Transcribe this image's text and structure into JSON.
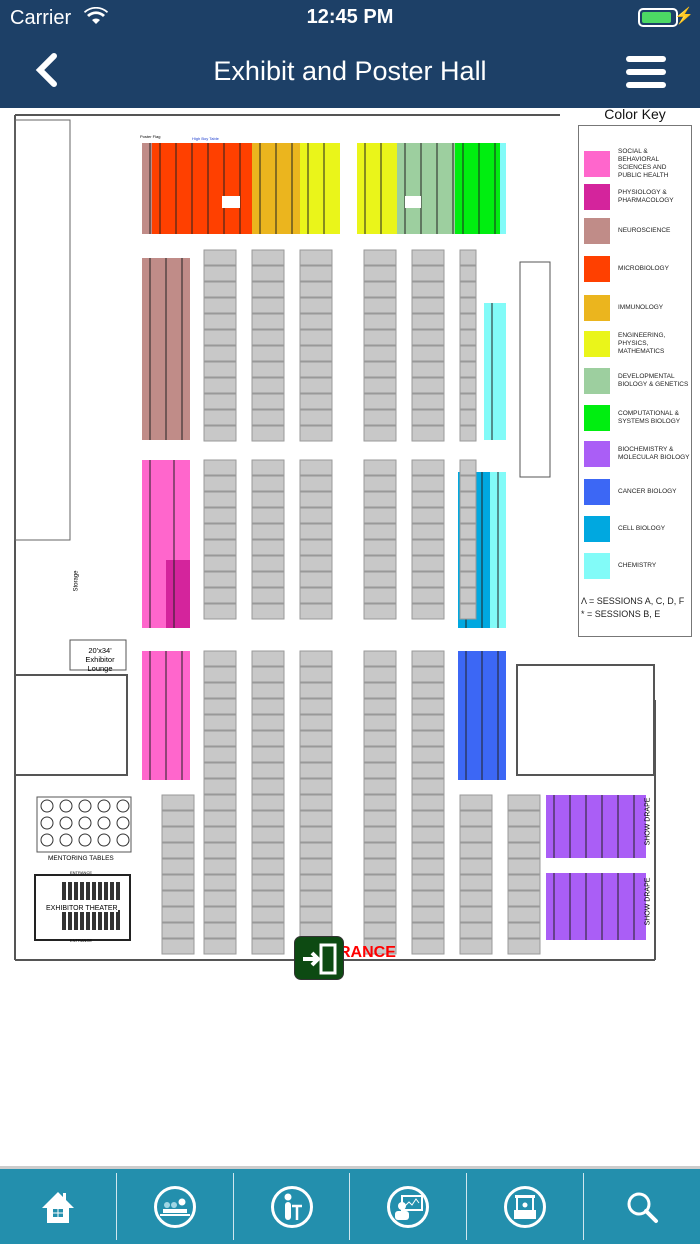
{
  "status_bar": {
    "carrier": "Carrier",
    "time": "12:45 PM",
    "battery_level": 0.9
  },
  "header": {
    "title": "Exhibit and Poster Hall",
    "back_icon": "chevron-left-icon",
    "menu_icon": "hamburger-icon"
  },
  "map": {
    "color_key_title": "Color Key",
    "color_key": [
      {
        "label": "SOCIAL & BEHAVIORAL SCIENCES AND PUBLIC HEALTH",
        "color": "#ff66cc"
      },
      {
        "label": "PHYSIOLOGY & PHARMACOLOGY",
        "color": "#d4249c"
      },
      {
        "label": "NEUROSCIENCE",
        "color": "#c08c88"
      },
      {
        "label": "MICROBIOLOGY",
        "color": "#ff4000"
      },
      {
        "label": "IMMUNOLOGY",
        "color": "#ebb51e"
      },
      {
        "label": "ENGINEERING, PHYSICS, MATHEMATICS",
        "color": "#eaf51a"
      },
      {
        "label": "DEVELOPMENTAL BIOLOGY & GENETICS",
        "color": "#9dcf9f"
      },
      {
        "label": "COMPUTATIONAL & SYSTEMS BIOLOGY",
        "color": "#00ee10"
      },
      {
        "label": "BIOCHEMISTRY & MOLECULAR BIOLOGY",
        "color": "#aa5ef6"
      },
      {
        "label": "CANCER BIOLOGY",
        "color": "#3c67f5"
      },
      {
        "label": "CELL BIOLOGY",
        "color": "#00a8e0"
      },
      {
        "label": "CHEMISTRY",
        "color": "#82fbf8"
      }
    ],
    "sessions": [
      "Λ  = SESSIONS A, C, D, F",
      "*  = SESSIONS B, E"
    ],
    "labels": {
      "lounge": "20'x34' Exhibitor Lounge",
      "storage": "Storage",
      "mentoring": "MENTORING TABLES",
      "theater": "EXHIBITOR THEATER",
      "theater_entrance": "ENTRANCE",
      "main_entrance": "RANCE",
      "show_drape": "SHOW DRAPE",
      "poster_flag": "Poster Flag",
      "high_boy": "High Boy Table"
    }
  },
  "tabbar": [
    {
      "icon": "home-icon"
    },
    {
      "icon": "audience-icon"
    },
    {
      "icon": "speaker-podium-icon"
    },
    {
      "icon": "poster-presenter-icon"
    },
    {
      "icon": "exhibitor-booth-icon"
    },
    {
      "icon": "search-icon"
    }
  ]
}
